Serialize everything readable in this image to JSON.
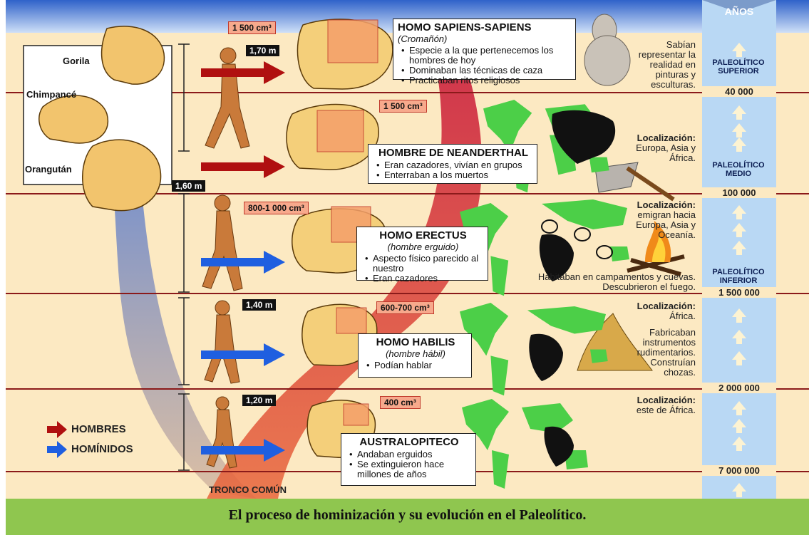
{
  "header": {
    "years_label": "AÑOS"
  },
  "apes": {
    "gorilla": "Gorila",
    "chimpanzee": "Chimpancé",
    "orangutan": "Orangután"
  },
  "species": [
    {
      "title": "HOMO SAPIENS-SAPIENS",
      "subtitle": "(Cromañón)",
      "volume": "1 500 cm³",
      "height": "1,70 m",
      "bullets": [
        "Especie a la que pertenecemos los hombres de hoy",
        "Dominaban las técnicas de caza",
        "Practicaban ritos religiosos"
      ]
    },
    {
      "title": "HOMBRE DE NEANDERTHAL",
      "subtitle": "",
      "volume": "1 500 cm³",
      "height": "1,60 m",
      "bullets": [
        "Eran cazadores, vivían en grupos",
        "Enterraban a los muertos"
      ]
    },
    {
      "title": "HOMO ERECTUS",
      "subtitle": "(hombre erguido)",
      "volume": "800-1 000 cm³",
      "height": "",
      "bullets": [
        "Aspecto físico parecido al nuestro",
        "Eran cazadores"
      ]
    },
    {
      "title": "HOMO HABILIS",
      "subtitle": "(hombre hábil)",
      "volume": "600-700 cm³",
      "height": "1,40 m",
      "bullets": [
        "Podían hablar"
      ]
    },
    {
      "title": "AUSTRALOPITECO",
      "subtitle": "",
      "volume": "400 cm³",
      "height": "1,20 m",
      "bullets": [
        "Andaban erguidos",
        "Se extinguieron hace millones de años"
      ]
    }
  ],
  "notes": {
    "sapiens_art": "Sabían representar la realidad en pinturas y esculturas.",
    "neander_loc_title": "Localización:",
    "neander_loc": "Europa, Asia y África.",
    "erectus_loc_title": "Localización:",
    "erectus_loc": "emigran hacia Europa, Asia y Oceanía.",
    "erectus_habitat": "Habitaban en campamentos y cuevas. Descubrieron el fuego.",
    "habilis_loc_title": "Localización:",
    "habilis_loc": "África.",
    "habilis_tools": "Fabricaban instrumentos rudimentarios. Construían chozas.",
    "austral_loc_title": "Localización:",
    "austral_loc": "este de África."
  },
  "periods": [
    {
      "label": "PALEOLÍTICO SUPERIOR"
    },
    {
      "label": "PALEOLÍTICO MEDIO"
    },
    {
      "label": "PALEOLÍTICO INFERIOR"
    }
  ],
  "years": [
    "40 000",
    "100 000",
    "1 500 000",
    "2 000 000",
    "7 000 000"
  ],
  "legend": {
    "men": "HOMBRES",
    "hominids": "HOMÍNIDOS"
  },
  "trunk_label": "TRONCO COMÚN",
  "caption": "El proceso de hominización y su evolución en el Paleolítico.",
  "colors": {
    "band": "#fce9c2",
    "timeline_line": "#8b1a1a",
    "years_column": "#b9d8f4",
    "men_arrow": "#b01010",
    "hominid_arrow": "#1f5fe0",
    "caption_bg": "#8fc64f",
    "map_green": "#4ccf48"
  }
}
